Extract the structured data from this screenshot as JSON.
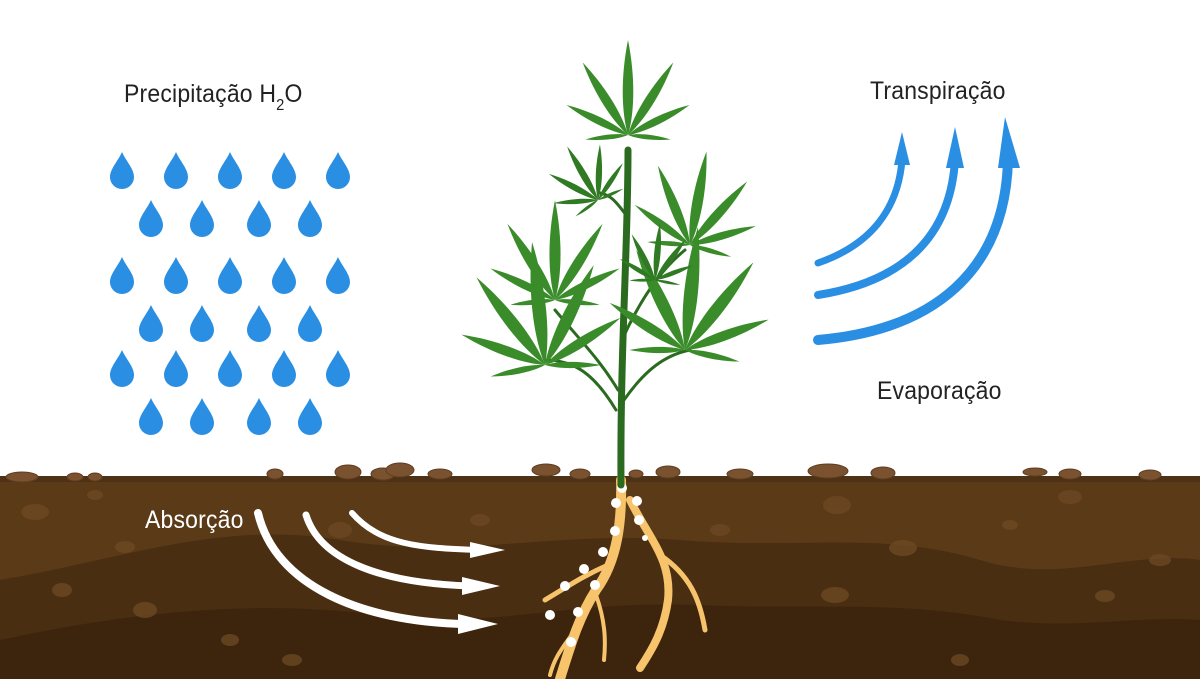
{
  "diagram": {
    "type": "water-cycle-plant",
    "language": "pt",
    "labels": {
      "precipitation": {
        "text": "Precipitação H",
        "subscript": "2",
        "suffix": "O"
      },
      "transpiration": "Transpiração",
      "evaporation": "Evaporação",
      "absorption": "Absorção"
    },
    "elements": {
      "raindrops": {
        "rows": 6,
        "pattern": "alternating 5/4",
        "count": 27,
        "color": "#2a8fe3"
      },
      "transpiration_arrows": {
        "count": 3,
        "direction": "up-right curved",
        "color": "#2a8fe3"
      },
      "absorption_arrows": {
        "count": 3,
        "direction": "down-right curved toward roots",
        "color": "#ffffff"
      },
      "plant": {
        "leaf_color": "#3a8c2a",
        "stem_color": "#2a6b1f"
      },
      "roots": {
        "color": "#f7c46c",
        "water_dots_color": "#ffffff"
      },
      "soil": {
        "layers": [
          "#5a3a17",
          "#4a2e12",
          "#3d240d"
        ],
        "surface_stones_color": "#7a5230"
      }
    }
  }
}
